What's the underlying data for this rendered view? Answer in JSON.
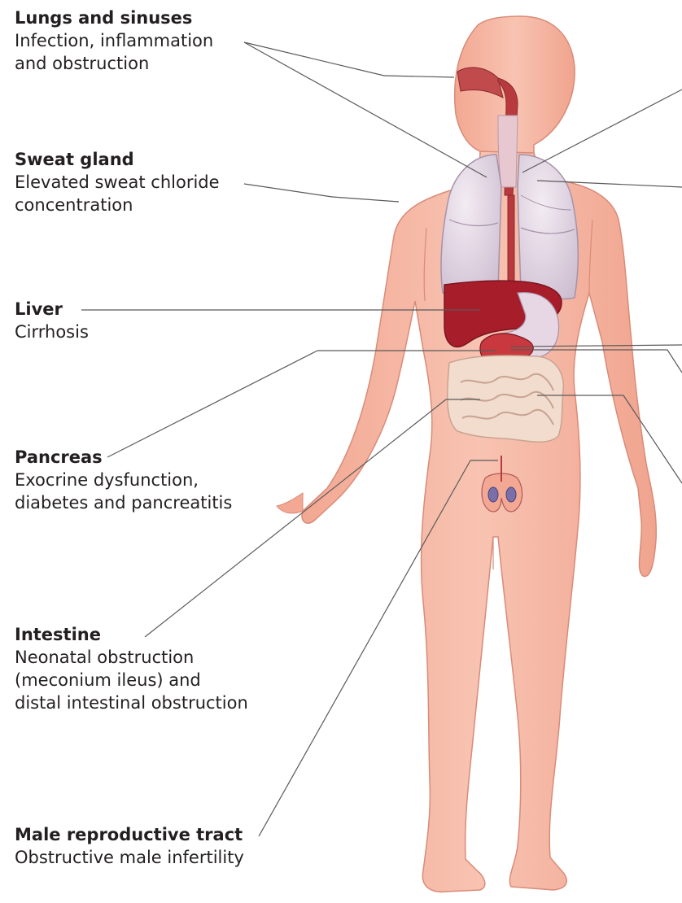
{
  "labels": [
    {
      "id": "lungs",
      "title": "Lungs and sinuses",
      "description": "Infection, inflammation\nand obstruction"
    },
    {
      "id": "sweat",
      "title": "Sweat gland",
      "description": "Elevated sweat chloride\nconcentration"
    },
    {
      "id": "liver",
      "title": "Liver",
      "description": "Cirrhosis"
    },
    {
      "id": "pancreas",
      "title": "Pancreas",
      "description": "Exocrine dysfunction,\ndiabetes and pancreatitis"
    },
    {
      "id": "intestine",
      "title": "Intestine",
      "description": "Neonatal obstruction\n(meconium ileus) and\ndistal intestinal obstruction"
    },
    {
      "id": "reproductive",
      "title": "Male reproductive tract",
      "description": "Obstructive male infertility"
    }
  ],
  "colors": {
    "skin": "#f6b9a6",
    "skin_shadow": "#e89b86",
    "skin_outline": "#d98b78",
    "lungs": "#ddd0df",
    "lungs_outline": "#a592a8",
    "airway": "#b83a3e",
    "liver": "#a81d2a",
    "stomach": "#e7d7e4",
    "intestine": "#f1dccd",
    "intestine_outline": "#c9a391",
    "leader_line": "#5a5a5a",
    "text": "#231f20"
  }
}
